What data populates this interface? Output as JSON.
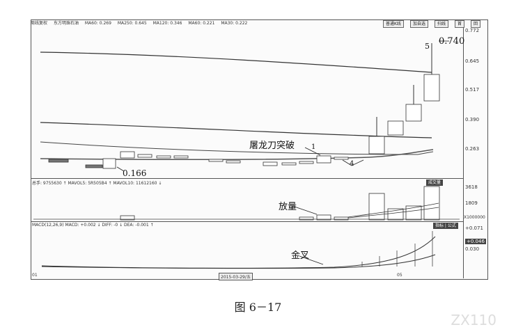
{
  "toolbar": {
    "indicators": [
      "周线复权",
      "东方明珠石油",
      "MA60: 0.269",
      "MA250: 0.645",
      "MA120: 0.346",
      "MA60: 0.221",
      "MA30: 0.222"
    ],
    "buttons": [
      "普通K线",
      "加自选",
      "扫线",
      "首",
      "回"
    ]
  },
  "price_axis": [
    "0.772",
    "0.645",
    "0.517",
    "0.390",
    "0.263"
  ],
  "volume_axis": [
    "3618",
    "1809",
    "X1000000"
  ],
  "macd_axis": [
    "+0.071",
    "+0.046",
    "0.030"
  ],
  "volume_header": "总手: 9755630 ↑ MAVOL5: 5R505B4 ↑ MAVOL10: 11612160 ↓",
  "volume_badge": "成交量",
  "macd_header": "MACD(12,26,9) MACD: +0.002 ↓ DIFF: -0 ↓ DEA: -0.001 ↑",
  "macd_badge": "指标 | 公式",
  "annotations": {
    "high_label": "0.740",
    "wave5": "5",
    "breakout": "屠龙刀突破",
    "wave1": "1",
    "wave4": "4",
    "low_label": "0.166",
    "volume_up": "放量",
    "golden_cross": "金叉"
  },
  "x_labels": [
    "01",
    "2015-03-29/五",
    "05"
  ],
  "caption": "图 6－17",
  "watermark": "ZX110"
}
